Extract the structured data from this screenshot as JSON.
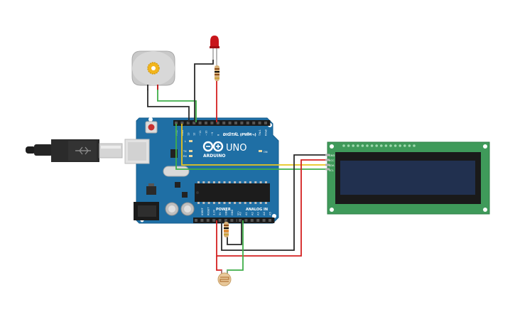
{
  "board": {
    "brand_text": "ARDUINO",
    "model_text": "UNO",
    "digital_header_text": "DIGITAL (PWM~)",
    "power_header_text": "POWER",
    "analog_header_text": "ANALOG IN",
    "led_labels": [
      "L",
      "TX",
      "RX"
    ],
    "on_label": "ON",
    "top_pin_labels": [
      "AREF",
      "GND",
      "13",
      "12",
      "~11",
      "~10",
      "~9",
      "8",
      "7",
      "~6",
      "~5",
      "4",
      "~3",
      "2",
      "TX▸1",
      "RX◂0"
    ],
    "power_pin_labels": [
      "IOREF",
      "RESET",
      "3.3V",
      "5V",
      "GND",
      "GND",
      "Vin"
    ],
    "analog_pin_labels": [
      "A0",
      "A1",
      "A2",
      "A3",
      "A4",
      "A5"
    ]
  },
  "lcd": {
    "pin_labels": [
      "GND",
      "VCC",
      "SDA",
      "SCL"
    ]
  },
  "colors": {
    "board": "#1f6fa5",
    "board_dark": "#17598a",
    "lcd_pcb": "#3f9a5a",
    "lcd_screen": "#21304f",
    "wire_red": "#d42020",
    "wire_black": "#2a2a2a",
    "wire_green": "#3fae49",
    "wire_yellow": "#e8c51c",
    "led_red": "#c8151b"
  }
}
